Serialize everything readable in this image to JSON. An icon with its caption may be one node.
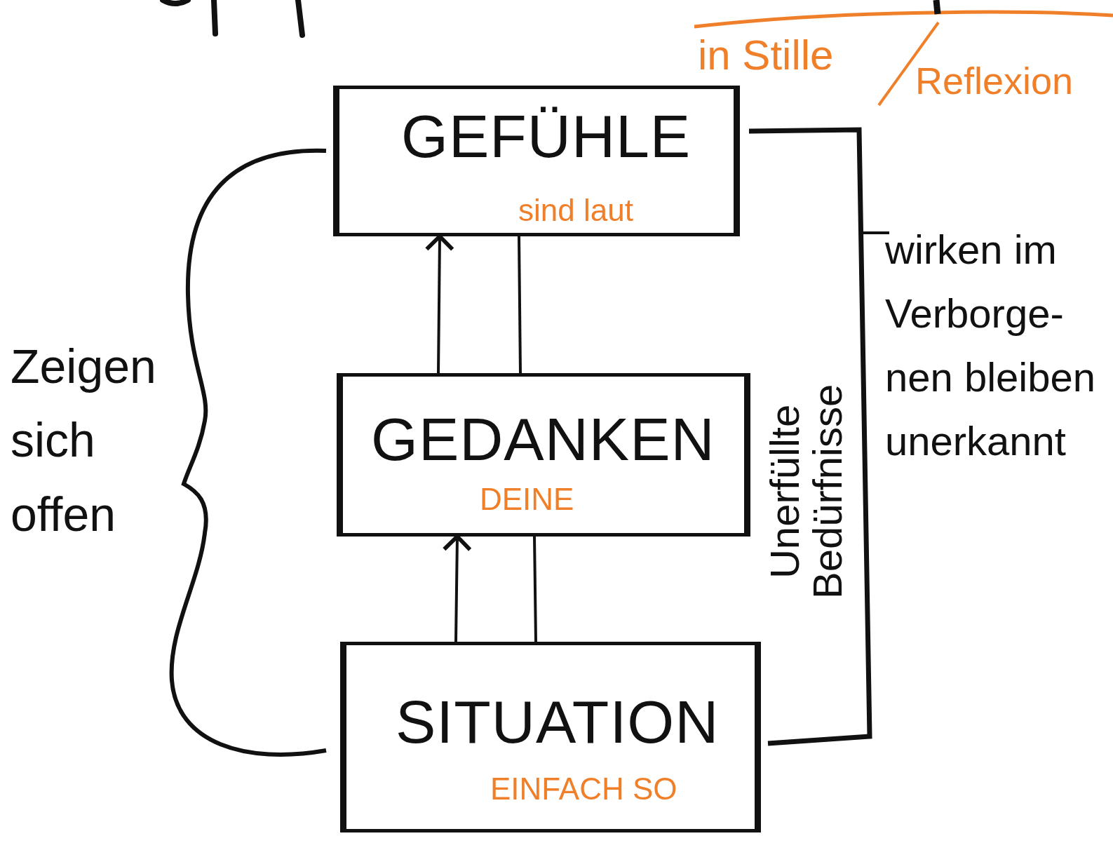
{
  "diagram": {
    "nodes": [
      {
        "text": [
          "GEFÜHLE",
          "sind laut"
        ]
      },
      {
        "text": [
          "GEDANKEN",
          "DEINE"
        ]
      },
      {
        "text": [
          "SITUATION",
          "EINFACH SO"
        ]
      }
    ],
    "edges": [
      {
        "from": 1,
        "to": 0,
        "arrow": "to"
      },
      {
        "from": 0,
        "to": 1,
        "arrow": "none"
      },
      {
        "from": 2,
        "to": 1,
        "arrow": "to"
      },
      {
        "from": 1,
        "to": 2,
        "arrow": "none"
      }
    ],
    "labels": [
      "in Stille",
      "Reflexion",
      "Zeigen sich offen",
      "Unerfüllte Bedürfnisse",
      "wirken im Verborge- nen bleiben unerkannt"
    ]
  }
}
